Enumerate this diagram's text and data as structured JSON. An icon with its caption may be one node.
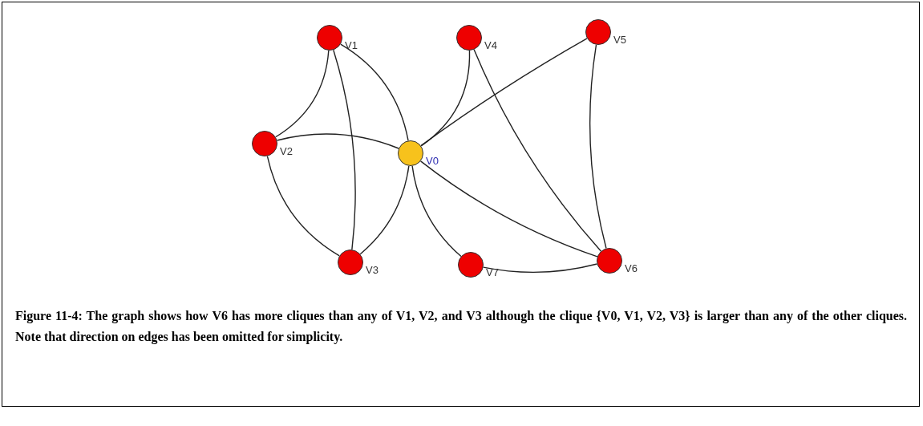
{
  "diagram": {
    "caption": "Figure 11-4: The graph shows how V6 has more cliques than any of V1, V2, and V3 although the clique {V0, V1, V2, V3} is larger than any of the other cliques. Note that direction on edges has been omitted for simplicity.",
    "nodes": [
      {
        "text": [
          "V1"
        ]
      },
      {
        "text": [
          "V4"
        ]
      },
      {
        "text": [
          "V5"
        ]
      },
      {
        "text": [
          "V2"
        ]
      },
      {
        "text": [
          "V0"
        ]
      },
      {
        "text": [
          "V3"
        ]
      },
      {
        "text": [
          "V7"
        ]
      },
      {
        "text": [
          "V6"
        ]
      }
    ],
    "edges": [
      {
        "from": 0,
        "to": 3,
        "arrow": "none"
      },
      {
        "from": 0,
        "to": 5,
        "arrow": "none"
      },
      {
        "from": 0,
        "to": 4,
        "arrow": "none"
      },
      {
        "from": 3,
        "to": 4,
        "arrow": "none"
      },
      {
        "from": 3,
        "to": 5,
        "arrow": "none"
      },
      {
        "from": 4,
        "to": 5,
        "arrow": "none"
      },
      {
        "from": 1,
        "to": 4,
        "arrow": "none"
      },
      {
        "from": 1,
        "to": 7,
        "arrow": "none"
      },
      {
        "from": 2,
        "to": 4,
        "arrow": "none"
      },
      {
        "from": 2,
        "to": 7,
        "arrow": "none"
      },
      {
        "from": 4,
        "to": 6,
        "arrow": "none"
      },
      {
        "from": 4,
        "to": 7,
        "arrow": "none"
      },
      {
        "from": 6,
        "to": 7,
        "arrow": "none"
      }
    ]
  }
}
